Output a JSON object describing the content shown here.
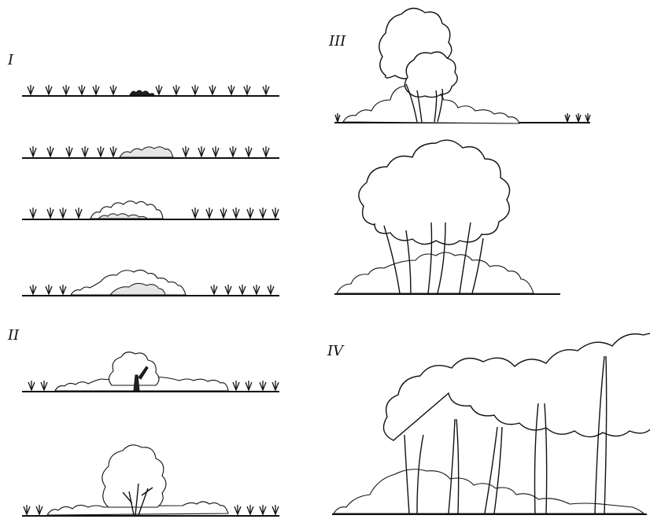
{
  "labels": {
    "stage_1": "I",
    "stage_2": "II",
    "stage_3": "III",
    "stage_4": "IV"
  }
}
